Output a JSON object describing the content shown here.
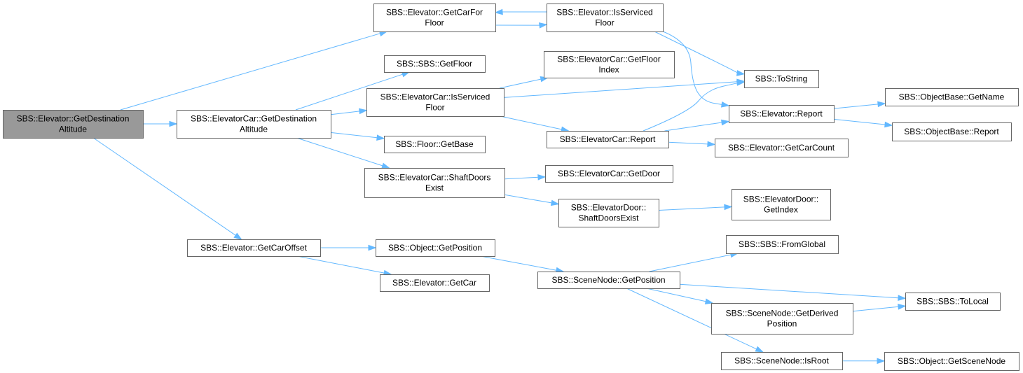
{
  "colors": {
    "edge": "#63b8ff",
    "node_border": "#666666",
    "root_fill": "#999999",
    "node_fill": "#ffffff"
  },
  "nodes": [
    {
      "id": "root",
      "lines": [
        "SBS::Elevator::GetDestination",
        "Altitude"
      ]
    },
    {
      "id": "ec_getdestalt",
      "lines": [
        "SBS::ElevatorCar::GetDestination",
        "Altitude"
      ]
    },
    {
      "id": "el_getcaroffset",
      "lines": [
        "SBS::Elevator::GetCarOffset"
      ]
    },
    {
      "id": "el_getcarforfloor",
      "lines": [
        "SBS::Elevator::GetCarFor",
        "Floor"
      ]
    },
    {
      "id": "sbs_getfloor",
      "lines": [
        "SBS::SBS::GetFloor"
      ]
    },
    {
      "id": "ec_isservicedfloor",
      "lines": [
        "SBS::ElevatorCar::IsServiced",
        "Floor"
      ]
    },
    {
      "id": "floor_getbase",
      "lines": [
        "SBS::Floor::GetBase"
      ]
    },
    {
      "id": "ec_shaftdoorsexist",
      "lines": [
        "SBS::ElevatorCar::ShaftDoors",
        "Exist"
      ]
    },
    {
      "id": "obj_getposition",
      "lines": [
        "SBS::Object::GetPosition"
      ]
    },
    {
      "id": "el_getcar",
      "lines": [
        "SBS::Elevator::GetCar"
      ]
    },
    {
      "id": "el_isservicedfloor",
      "lines": [
        "SBS::Elevator::IsServiced",
        "Floor"
      ]
    },
    {
      "id": "ec_getfloorindex",
      "lines": [
        "SBS::ElevatorCar::GetFloor",
        "Index"
      ]
    },
    {
      "id": "ec_report",
      "lines": [
        "SBS::ElevatorCar::Report"
      ]
    },
    {
      "id": "ec_getdoor",
      "lines": [
        "SBS::ElevatorCar::GetDoor"
      ]
    },
    {
      "id": "ed_shaftdoorsexist",
      "lines": [
        "SBS::ElevatorDoor::",
        "ShaftDoorsExist"
      ]
    },
    {
      "id": "sn_getposition",
      "lines": [
        "SBS::SceneNode::GetPosition"
      ]
    },
    {
      "id": "sbs_tostring",
      "lines": [
        "SBS::ToString"
      ]
    },
    {
      "id": "el_report",
      "lines": [
        "SBS::Elevator::Report"
      ]
    },
    {
      "id": "el_getcarcount",
      "lines": [
        "SBS::Elevator::GetCarCount"
      ]
    },
    {
      "id": "edoor_getindex",
      "lines": [
        "SBS::ElevatorDoor::",
        "GetIndex"
      ]
    },
    {
      "id": "sbs_fromglobal",
      "lines": [
        "SBS::SBS::FromGlobal"
      ]
    },
    {
      "id": "sn_getderivedposition",
      "lines": [
        "SBS::SceneNode::GetDerived",
        "Position"
      ]
    },
    {
      "id": "sn_isroot",
      "lines": [
        "SBS::SceneNode::IsRoot"
      ]
    },
    {
      "id": "ob_getname",
      "lines": [
        "SBS::ObjectBase::GetName"
      ]
    },
    {
      "id": "ob_report",
      "lines": [
        "SBS::ObjectBase::Report"
      ]
    },
    {
      "id": "sbs_tolocal",
      "lines": [
        "SBS::SBS::ToLocal"
      ]
    },
    {
      "id": "obj_getscenenode",
      "lines": [
        "SBS::Object::GetSceneNode"
      ]
    }
  ],
  "edges": [
    [
      "root",
      "ec_getdestalt"
    ],
    [
      "root",
      "el_getcarforfloor"
    ],
    [
      "root",
      "el_getcaroffset"
    ],
    [
      "ec_getdestalt",
      "sbs_getfloor"
    ],
    [
      "ec_getdestalt",
      "ec_isservicedfloor"
    ],
    [
      "ec_getdestalt",
      "floor_getbase"
    ],
    [
      "ec_getdestalt",
      "ec_shaftdoorsexist"
    ],
    [
      "el_getcarforfloor",
      "el_isservicedfloor"
    ],
    [
      "el_isservicedfloor",
      "el_getcarforfloor"
    ],
    [
      "el_isservicedfloor",
      "sbs_tostring"
    ],
    [
      "el_isservicedfloor",
      "el_report"
    ],
    [
      "ec_isservicedfloor",
      "ec_getfloorindex"
    ],
    [
      "ec_isservicedfloor",
      "sbs_tostring"
    ],
    [
      "ec_isservicedfloor",
      "ec_report"
    ],
    [
      "ec_report",
      "sbs_tostring"
    ],
    [
      "ec_report",
      "el_report"
    ],
    [
      "ec_report",
      "el_getcarcount"
    ],
    [
      "el_report",
      "ob_getname"
    ],
    [
      "el_report",
      "ob_report"
    ],
    [
      "ec_shaftdoorsexist",
      "ec_getdoor"
    ],
    [
      "ec_shaftdoorsexist",
      "ed_shaftdoorsexist"
    ],
    [
      "ed_shaftdoorsexist",
      "edoor_getindex"
    ],
    [
      "el_getcaroffset",
      "obj_getposition"
    ],
    [
      "el_getcaroffset",
      "el_getcar"
    ],
    [
      "obj_getposition",
      "sn_getposition"
    ],
    [
      "sn_getposition",
      "sbs_fromglobal"
    ],
    [
      "sn_getposition",
      "sbs_tolocal"
    ],
    [
      "sn_getposition",
      "sn_getderivedposition"
    ],
    [
      "sn_getposition",
      "sn_isroot"
    ],
    [
      "sn_getderivedposition",
      "sbs_tolocal"
    ],
    [
      "sn_isroot",
      "obj_getscenenode"
    ]
  ]
}
